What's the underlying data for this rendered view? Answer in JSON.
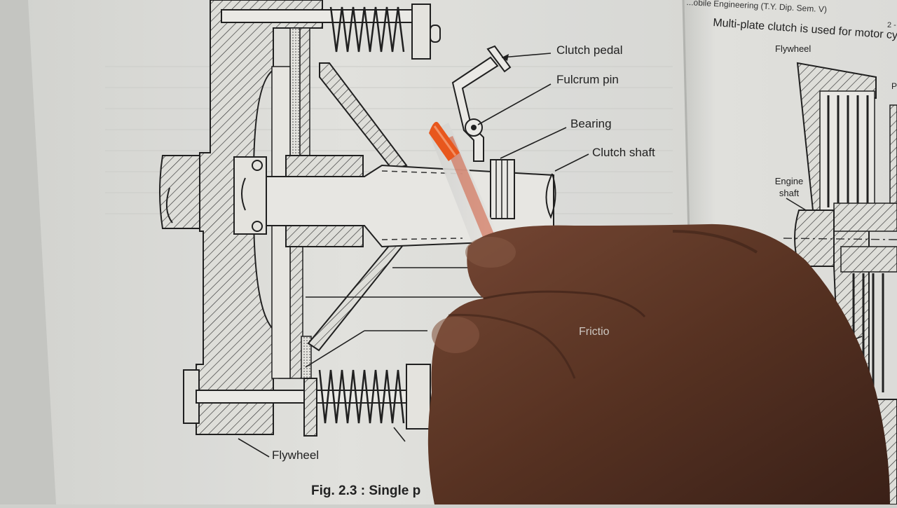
{
  "left_page": {
    "labels": {
      "clutch_pedal": "Clutch pedal",
      "fulcrum_pin": "Fulcrum pin",
      "bearing": "Bearing",
      "clutch_shaft": "Clutch shaft",
      "flywheel": "Flywheel",
      "friction_partial": "Frictio"
    },
    "caption": "Fig. 2.3 : Single p"
  },
  "right_page": {
    "header": "...obile Engineering (T.Y. Dip. Sem. V)",
    "page_number": "2 -",
    "heading": "Multi-plate clutch is used for motor cyc",
    "labels": {
      "flywheel": "Flywheel",
      "engine_shaft": "Engine shaft",
      "edge_letter": "P"
    }
  }
}
